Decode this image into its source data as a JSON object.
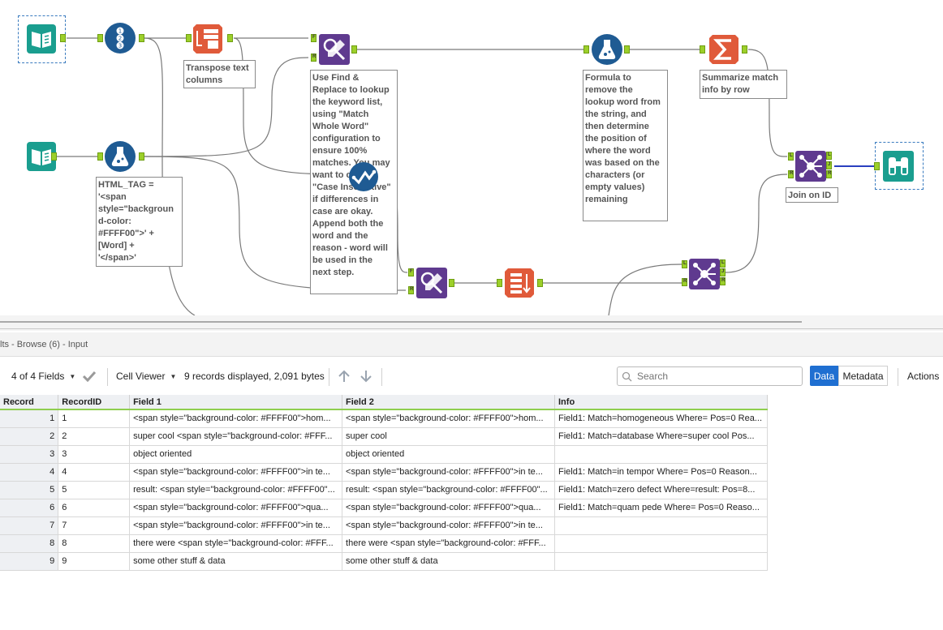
{
  "workflow": {
    "comments": {
      "transpose": "Transpose text\ncolumns",
      "html_tag": "HTML_TAG =\n'<span\nstyle=\"backgroun\nd-color:\n#FFFF00\">' +\n[Word] +\n'</span>'",
      "find_replace": "Use Find &\nReplace to lookup\nthe keyword list,\nusing \"Match\nWhole Word\"\nconfiguration to\nensure 100%\nmatches. You may\nwant to check\n\"Case Insensitive\"\nif differences in\ncase are okay.\nAppend both the\nword and the\nreason - word will\nbe used in the\nnext step.",
      "formula": "Formula to\nremove the\nlookup word from\nthe string, and\nthen determine\nthe position of\nwhere the word\nwas based on the\ncharacters (or\nempty values)\nremaining",
      "summarize": "Summarize match\ninfo by row",
      "join": "Join on ID"
    },
    "anchor_labels": {
      "F": "F",
      "R": "R",
      "L": "L",
      "J": "J"
    },
    "colors": {
      "input_teal": "#1a9e8f",
      "navy": "#1f5b93",
      "orange": "#e05a3a",
      "purple": "#5f3a8f",
      "anchor_green": "#9ccf2a",
      "wire": "#7a7a7a",
      "wire_selected": "#2a3fbf"
    },
    "icons": [
      "book-input-icon",
      "record-id-icon",
      "transpose-icon",
      "find-replace-icon",
      "formula-flask-icon",
      "summarize-sigma-icon",
      "join-icon",
      "browse-binoculars-icon",
      "select-check-icon",
      "sort-icon"
    ]
  },
  "results": {
    "title": "lts - Browse (6) - Input",
    "toolbar": {
      "fields": "4 of 4 Fields",
      "cell_viewer": "Cell Viewer",
      "records_info": "9 records displayed, 2,091 bytes",
      "search_placeholder": "Search",
      "data_tab": "Data",
      "metadata_tab": "Metadata",
      "actions": "Actions"
    },
    "columns": [
      "Record",
      "RecordID",
      "Field 1",
      "Field 2",
      "Info"
    ],
    "rows": [
      [
        "1",
        "1",
        "<span style=\"background-color: #FFFF00\">hom...",
        "<span style=\"background-color: #FFFF00\">hom...",
        "Field1: Match=homogeneous Where= Pos=0 Rea..."
      ],
      [
        "2",
        "2",
        "super cool <span style=\"background-color: #FFF...",
        "super cool",
        "Field1: Match=database Where=super cool  Pos..."
      ],
      [
        "3",
        "3",
        "object oriented",
        "object oriented",
        ""
      ],
      [
        "4",
        "4",
        "<span style=\"background-color: #FFFF00\">in te...",
        "<span style=\"background-color: #FFFF00\">in te...",
        "Field1: Match=in tempor Where= Pos=0 Reason..."
      ],
      [
        "5",
        "5",
        "result: <span style=\"background-color: #FFFF00\"...",
        "result: <span style=\"background-color: #FFFF00\"...",
        "Field1: Match=zero defect Where=result:  Pos=8..."
      ],
      [
        "6",
        "6",
        "<span style=\"background-color: #FFFF00\">qua...",
        "<span style=\"background-color: #FFFF00\">qua...",
        "Field1: Match=quam pede Where= Pos=0 Reaso..."
      ],
      [
        "7",
        "7",
        "<span style=\"background-color: #FFFF00\">in te...",
        "<span style=\"background-color: #FFFF00\">in te...",
        ""
      ],
      [
        "8",
        "8",
        "there were <span style=\"background-color: #FFF...",
        "there were <span style=\"background-color: #FFF...",
        ""
      ],
      [
        "9",
        "9",
        "some other stuff & data",
        "some other stuff & data",
        ""
      ]
    ]
  }
}
